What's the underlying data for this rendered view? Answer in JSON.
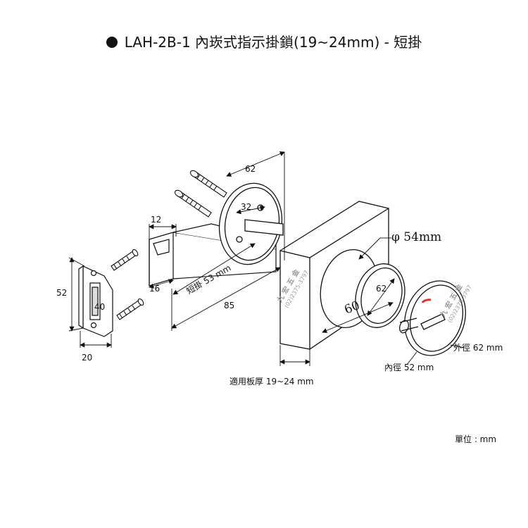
{
  "title": "LAH-2B-1 內崁式指示掛鎖(19~24mm) - 短掛",
  "dimensions": {
    "rose_diameter": "62",
    "spindle_offset": "32",
    "latch_width": "12",
    "latch_depth": "16",
    "short_latch": "短掛 53 mm",
    "overall_length": "85",
    "strike_height": "52",
    "strike_inner": "40",
    "strike_width": "20",
    "hole_diameter": "φ 54mm",
    "backset": "60",
    "ring_diameter": "62",
    "outer_diameter": "外徑 62 mm",
    "inner_diameter": "內徑 52 mm",
    "board_thickness": "適用板厚 19~24 mm"
  },
  "watermark": {
    "chars": [
      "九",
      "宏",
      "五",
      "金"
    ],
    "phone": "(02)2375-3797"
  },
  "unit_label": "單位 : mm"
}
